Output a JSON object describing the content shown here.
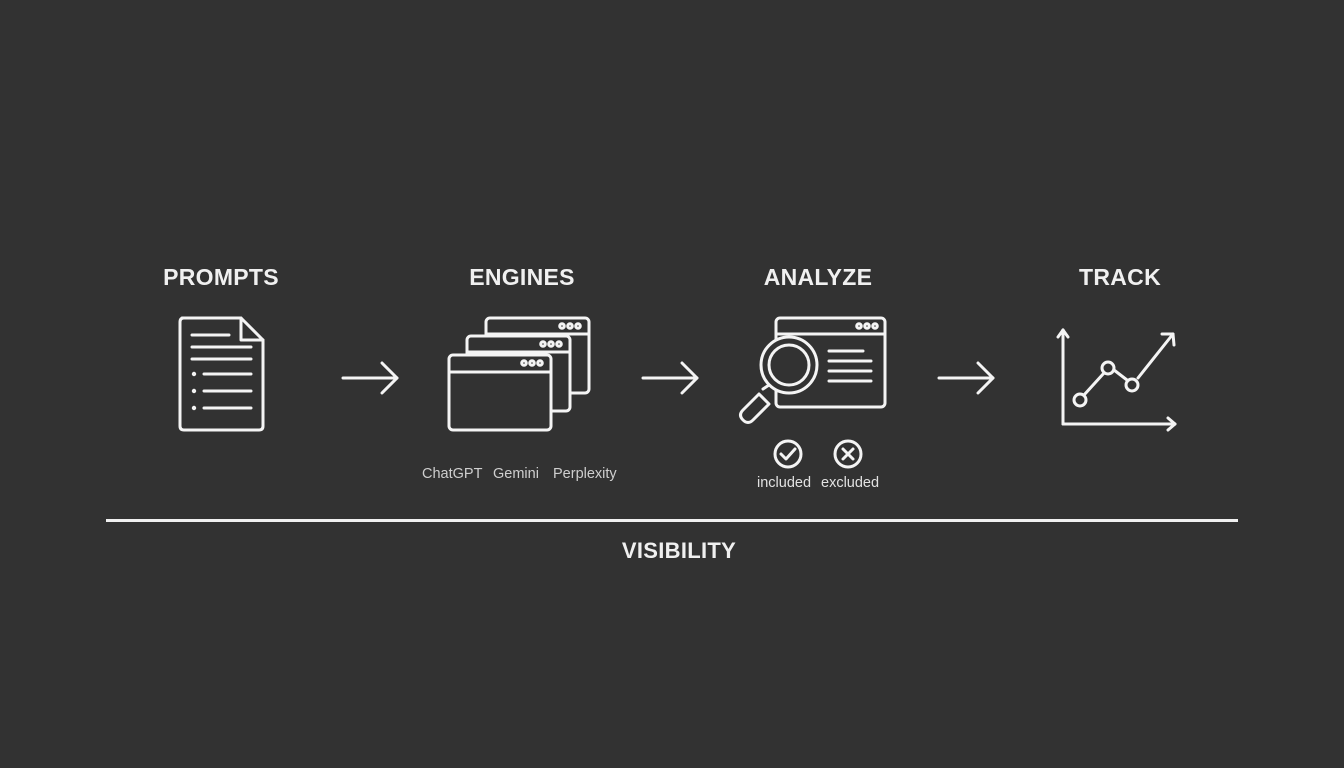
{
  "steps": [
    {
      "title": "PROMPTS",
      "icon": "document-list-icon"
    },
    {
      "title": "ENGINES",
      "icon": "stacked-windows-icon"
    },
    {
      "title": "ANALYZE",
      "icon": "magnifier-window-icon"
    },
    {
      "title": "TRACK",
      "icon": "line-chart-icon"
    }
  ],
  "engines": [
    "ChatGPT",
    "Gemini",
    "Perplexity"
  ],
  "analyze_states": {
    "included": {
      "label": "included",
      "icon": "check-circle-icon"
    },
    "excluded": {
      "label": "excluded",
      "icon": "x-circle-icon"
    }
  },
  "connectors": [
    "arrow-right-icon",
    "arrow-right-icon",
    "arrow-right-icon"
  ],
  "footer": {
    "label": "VISIBILITY"
  },
  "colors": {
    "background": "#323232",
    "foreground": "#f4f4f4",
    "muted": "#cfcfcf"
  }
}
